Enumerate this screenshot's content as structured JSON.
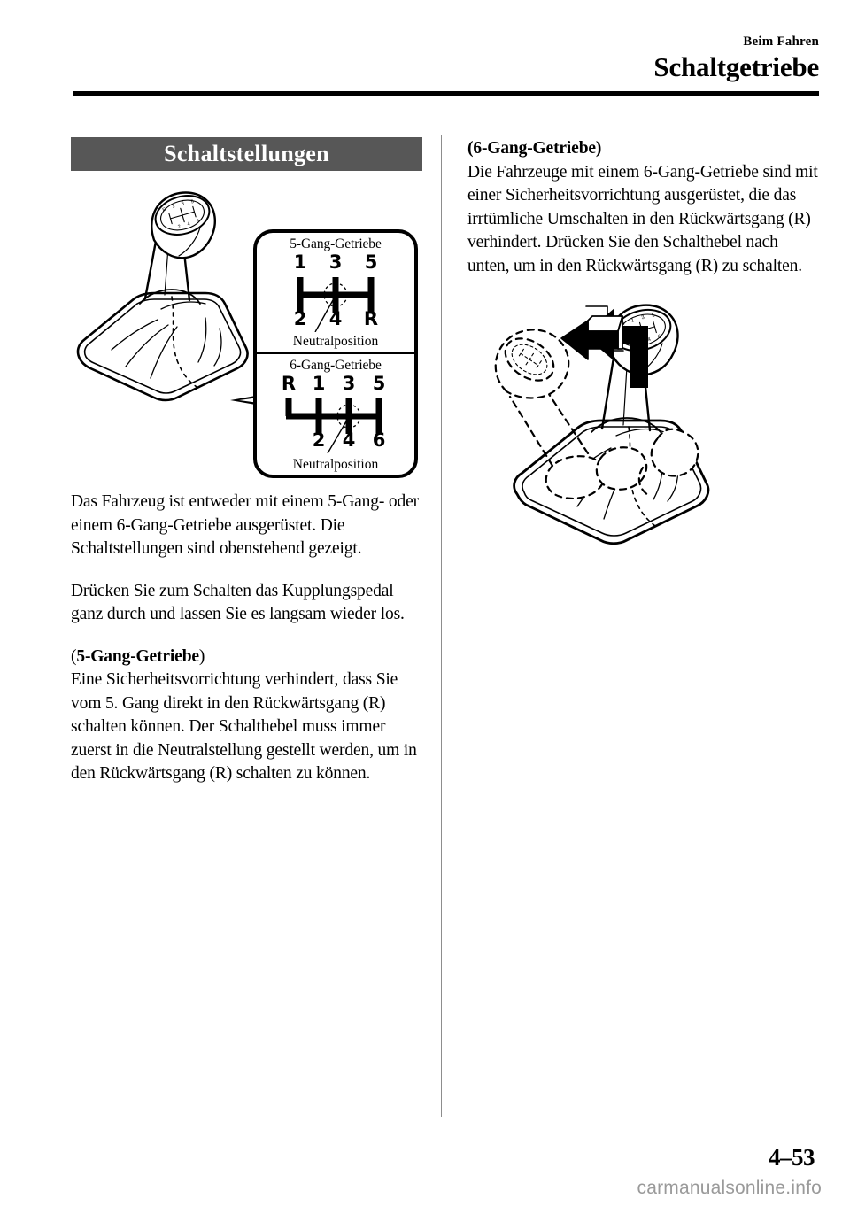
{
  "header": {
    "eyebrow": "Beim Fahren",
    "title": "Schaltgetriebe"
  },
  "section": {
    "banner_title": "Schaltstellungen",
    "banner_color": "#575757"
  },
  "figure_shift_patterns": {
    "lever_alt": "Schalthebel mit Schaltknauf",
    "five_speed": {
      "caption": "5-Gang-Getriebe",
      "top_row": [
        "1",
        "3",
        "5"
      ],
      "bottom_row": [
        "2",
        "4",
        "R"
      ],
      "neutral_label": "Neutralposition"
    },
    "six_speed": {
      "caption": "6-Gang-Getriebe",
      "top_row": [
        "R",
        "1",
        "3",
        "5"
      ],
      "bottom_row": [
        "2",
        "4",
        "6"
      ],
      "neutral_label": "Neutralposition"
    }
  },
  "left_column": {
    "paragraph_1": "Das Fahrzeug ist entweder mit einem 5-Gang- oder einem 6-Gang-Getriebe ausgerüstet. Die Schaltstellungen sind obenstehend gezeigt.",
    "paragraph_2": "Drücken Sie zum Schalten das Kupplungspedal ganz durch und lassen Sie es langsam wieder los.",
    "subhead_5gang_open": "(",
    "subhead_5gang_bold": "5-Gang-Getriebe",
    "subhead_5gang_close": ")",
    "paragraph_3": "Eine Sicherheitsvorrichtung verhindert, dass Sie vom 5. Gang direkt in den Rückwärtsgang (R) schalten können. Der Schalthebel muss immer zuerst in die Neutralstellung gestellt werden, um in den Rückwärtsgang (R) schalten zu können."
  },
  "right_column": {
    "subhead_6gang": "(6-Gang-Getriebe)",
    "paragraph_1": "Die Fahrzeuge mit einem 6-Gang-Getriebe sind mit einer Sicherheitsvorrichtung ausgerüstet, die das irrtümliche Umschalten in den Rückwärtsgang (R) verhindert. Drücken Sie den Schalthebel nach unten, um in den Rückwärtsgang (R) zu schalten.",
    "figure_alt": "Schalthebel nach unten drücken für Rückwärtsgang"
  },
  "footer": {
    "page_number": "4–53",
    "watermark": "carmanualsonline.info"
  }
}
